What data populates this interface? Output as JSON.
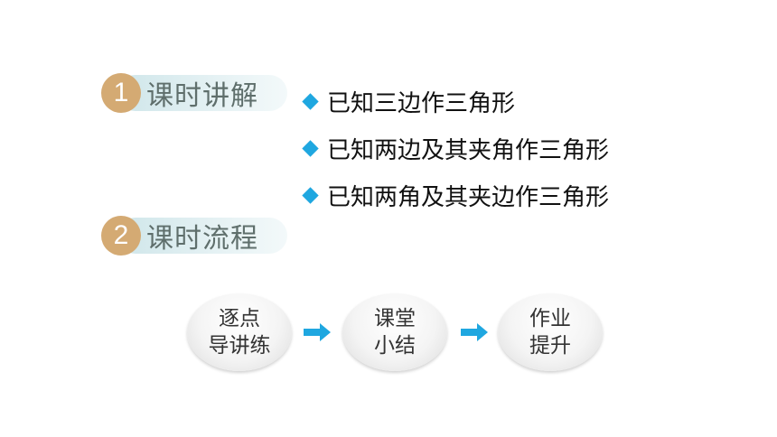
{
  "sections": [
    {
      "number": "1",
      "title": "课时讲解"
    },
    {
      "number": "2",
      "title": "课时流程"
    }
  ],
  "topics": [
    "已知三边作三角形",
    "已知两边及其夹角作三角形",
    "已知两角及其夹边作三角形"
  ],
  "flow": [
    {
      "line1": "逐点",
      "line2": "导讲练"
    },
    {
      "line1": "课堂",
      "line2": "小结"
    },
    {
      "line1": "作业",
      "line2": "提升"
    }
  ],
  "colors": {
    "badge": "#d4aa73",
    "pill": "#cfe6ea",
    "bullet": "#1fa7e0",
    "arrow": "#1fa7e0"
  }
}
